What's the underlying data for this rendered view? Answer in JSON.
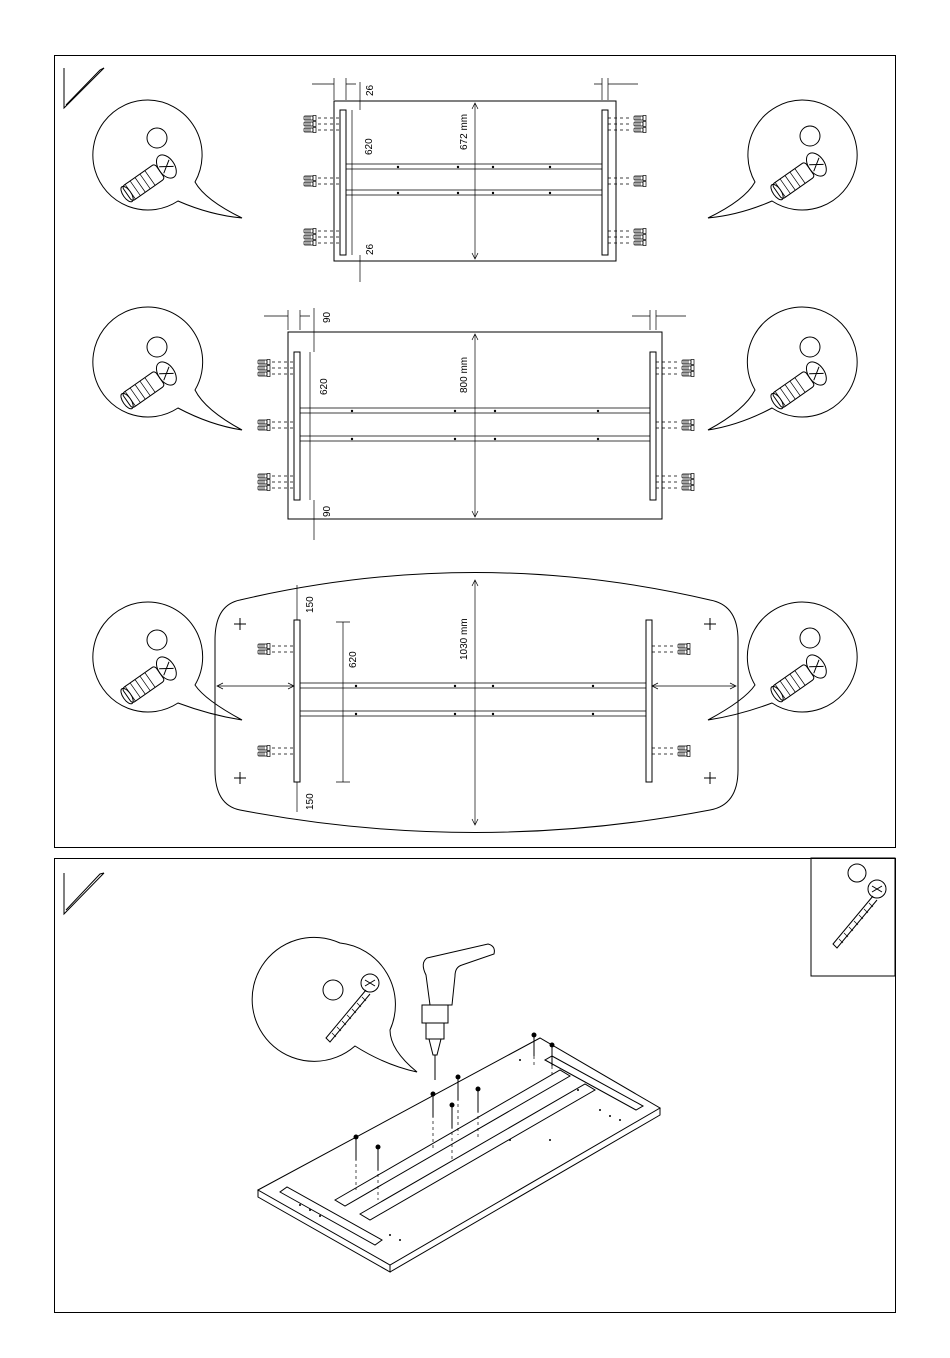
{
  "steps": [
    {
      "diagrams": [
        {
          "id": "top-small",
          "width_label": "26",
          "height_label": "26",
          "spacing_label": "620",
          "length_label": "672 mm"
        },
        {
          "id": "top-medium",
          "width_label": "90",
          "height_label": "90",
          "spacing_label": "620",
          "length_label": "800 mm"
        },
        {
          "id": "top-oval",
          "width_label": "150",
          "height_label": "150",
          "spacing_label": "620",
          "length_label": "1030 mm"
        }
      ],
      "callout_icon": "cam-screw-icon"
    },
    {
      "callout_icon": "wood-screw-icon",
      "tool_icon": "power-drill-icon",
      "parts_box_icon": "wood-screw-icon"
    }
  ]
}
